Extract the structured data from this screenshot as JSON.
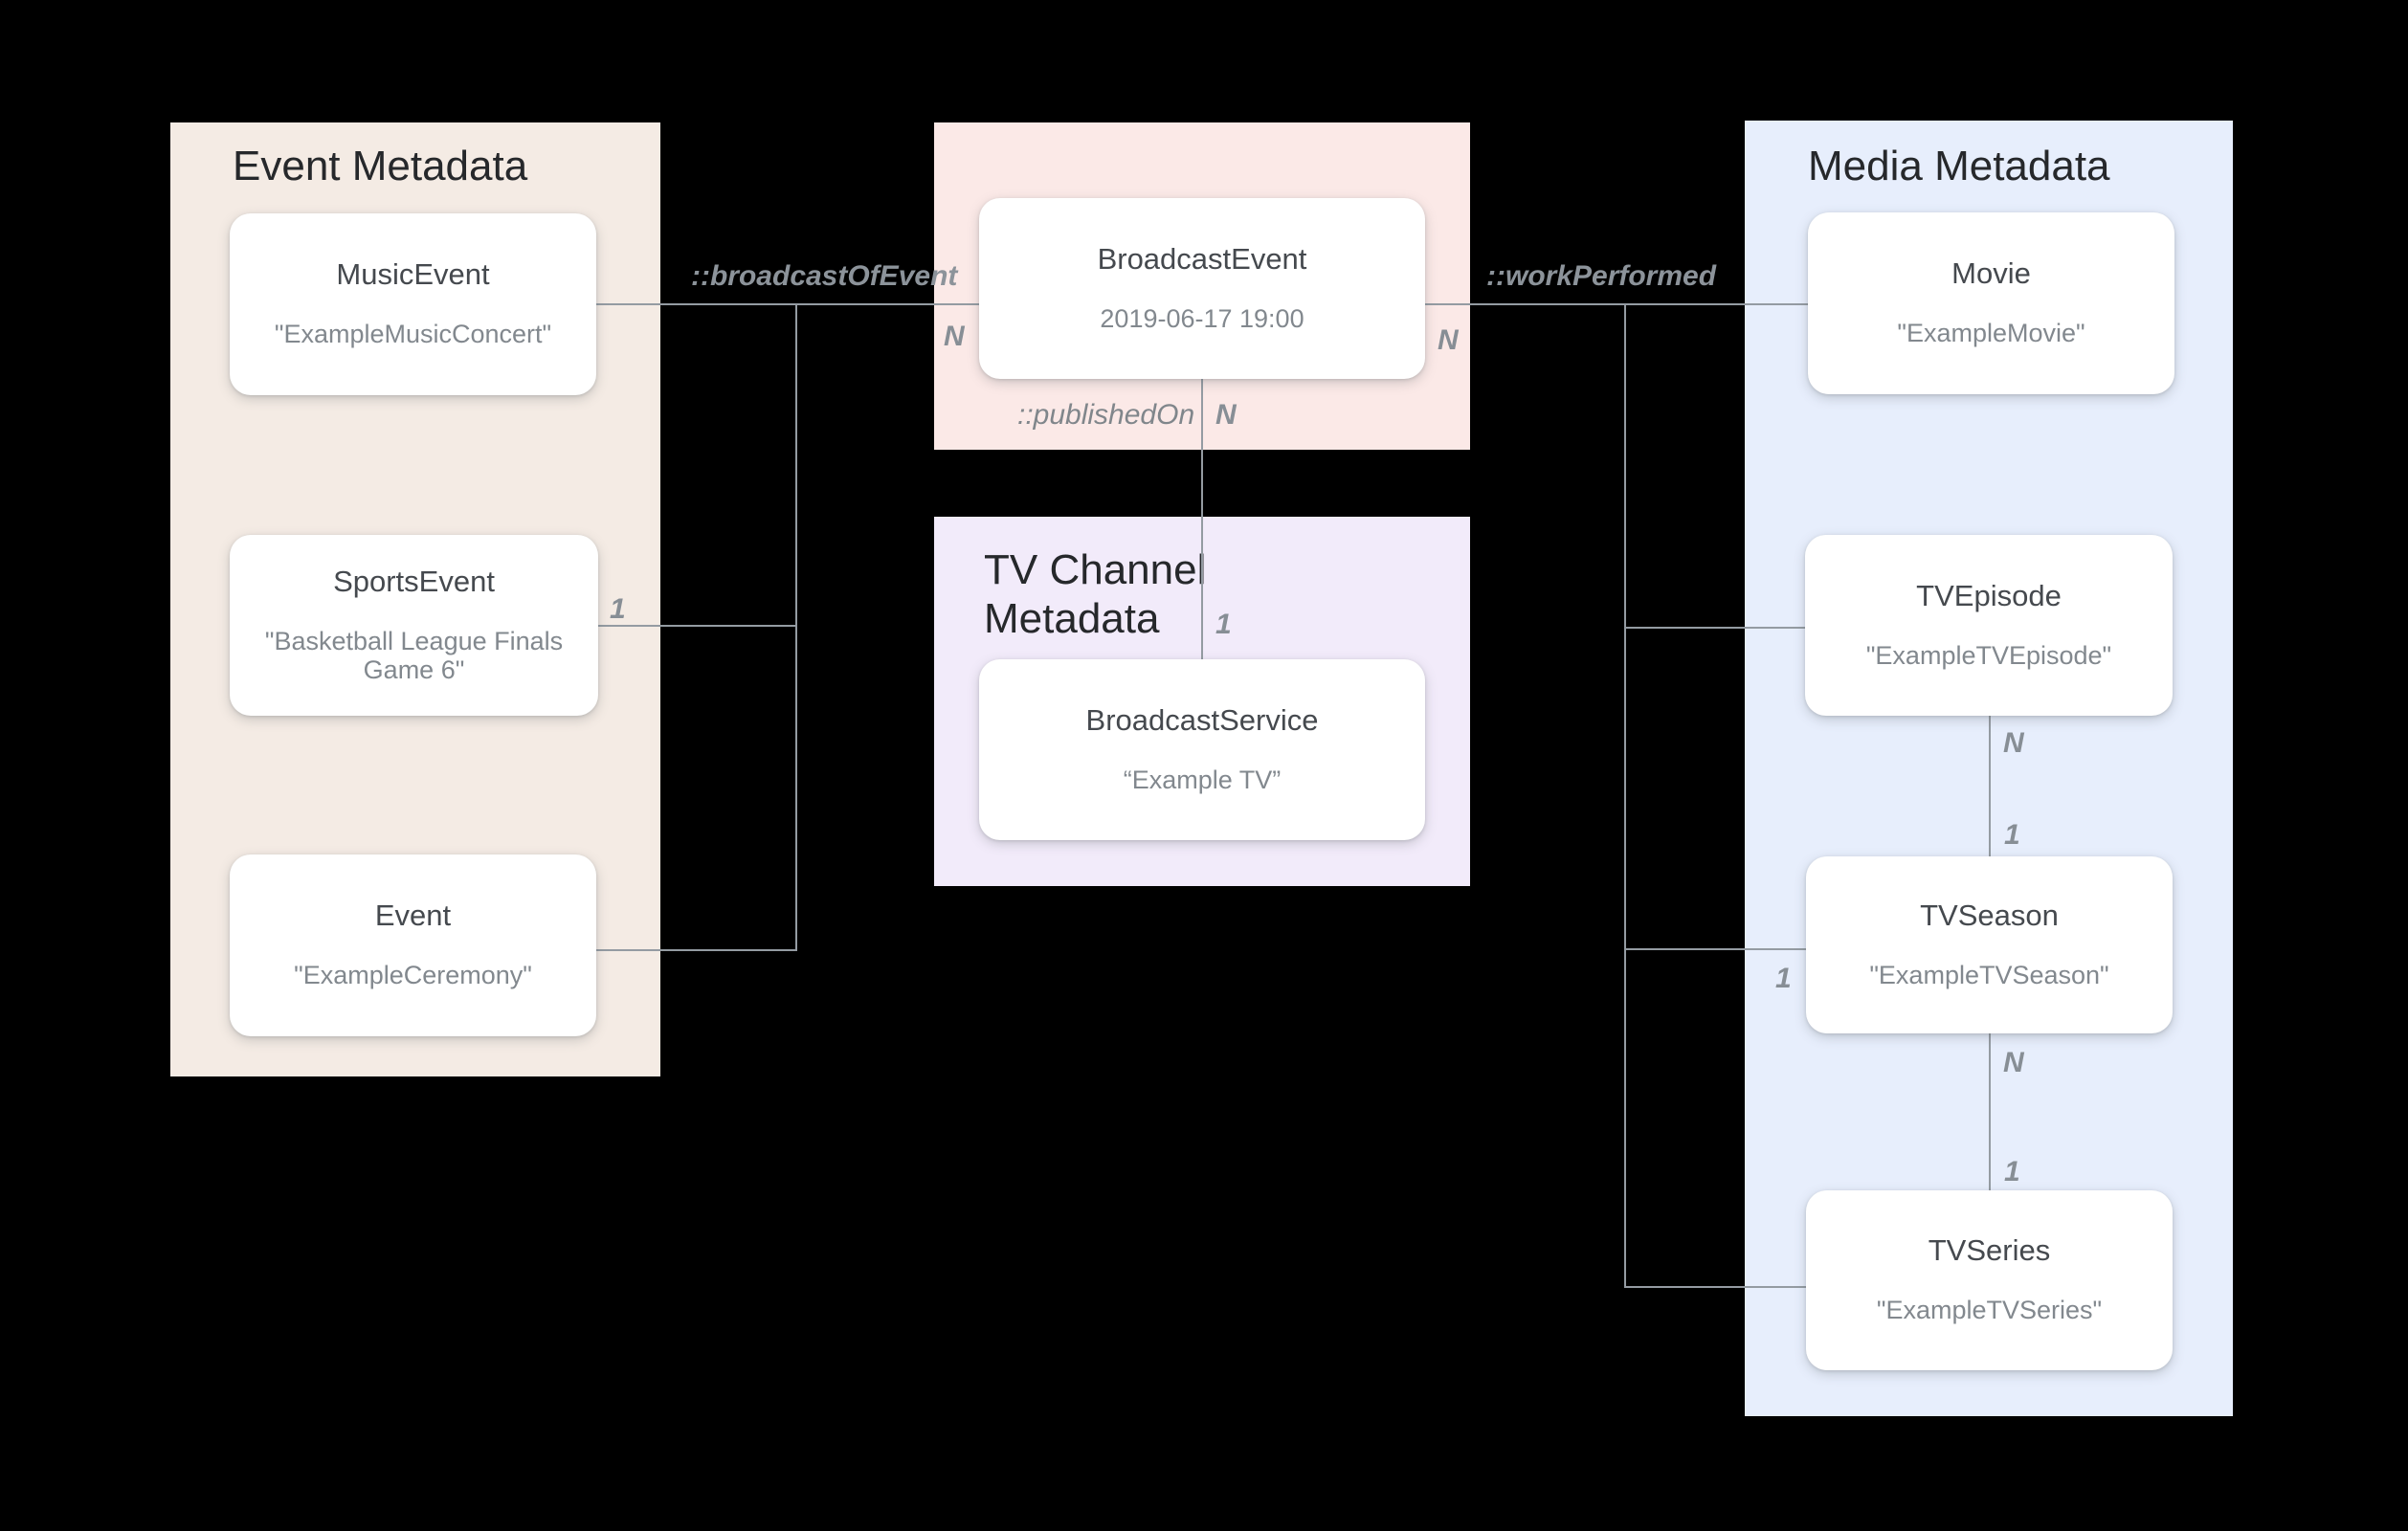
{
  "diagram_title": "Broadcast event, TV channel and media metadata relationship diagram",
  "colors": {
    "background": "#000000",
    "event_panel_bg": "#F4EBE4",
    "broadcast_panel_bg": "#FBE9E7",
    "tv_channel_panel_bg": "#F2EBFA",
    "media_panel_bg": "#E7EEFC",
    "card_bg": "#FFFFFF",
    "connector_line": "#949BA2",
    "panel_title_text": "#26282B",
    "card_title_text": "#45494E",
    "card_value_text": "#82888E",
    "edge_label_text": "#8C939A"
  },
  "panels": {
    "event": {
      "title": "Event Metadata"
    },
    "tv_channel": {
      "title": "TV Channel Metadata"
    },
    "media": {
      "title": "Media Metadata"
    }
  },
  "cards": {
    "music_event": {
      "title": "MusicEvent",
      "value": "\"ExampleMusicConcert\""
    },
    "sports_event": {
      "title": "SportsEvent",
      "value": "\"Basketball League Finals Game 6\""
    },
    "event": {
      "title": "Event",
      "value": "\"ExampleCeremony\""
    },
    "broadcast_event": {
      "title": "BroadcastEvent",
      "value": "2019-06-17 19:00"
    },
    "broadcast_service": {
      "title": "BroadcastService",
      "value": "“Example TV”"
    },
    "movie": {
      "title": "Movie",
      "value": "\"ExampleMovie\""
    },
    "tv_episode": {
      "title": "TVEpisode",
      "value": "\"ExampleTVEpisode\""
    },
    "tv_season": {
      "title": "TVSeason",
      "value": "\"ExampleTVSeason\""
    },
    "tv_series": {
      "title": "TVSeries",
      "value": "\"ExampleTVSeries\""
    }
  },
  "relations": {
    "broadcast_of_event": "::broadcastOfEvent",
    "work_performed": "::workPerformed",
    "published_on": "::publishedOn"
  },
  "cardinalities": {
    "broadcast_left_n": "N",
    "sports_one": "1",
    "broadcast_right_n": "N",
    "published_n": "N",
    "published_one": "1",
    "season_branch_one": "1",
    "episode_season_n": "N",
    "episode_season_one": "1",
    "season_series_n": "N",
    "season_series_one": "1"
  }
}
